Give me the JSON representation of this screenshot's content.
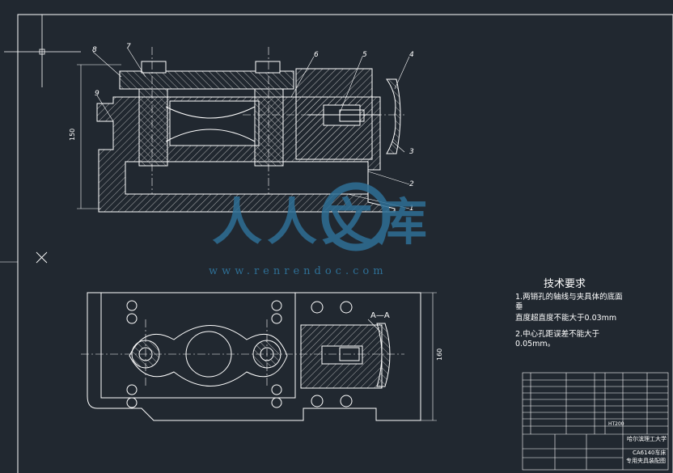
{
  "colors": {
    "background": "#212830",
    "line": "#ffffff",
    "hatch": "#d9d9d9",
    "watermark": "#2e6f95"
  },
  "part_numbers": [
    "1",
    "2",
    "3",
    "4",
    "5",
    "6",
    "7",
    "8",
    "9"
  ],
  "dimensions": {
    "front_height": "150",
    "top_width": "160"
  },
  "section_label": "A—A",
  "tech_requirements": {
    "title": "技术要求",
    "items": [
      "1.两销孔的轴线与夹具体的底面",
      "垂",
      "直度超直度不能大于0.03mm",
      "2.中心孔距误差不能大于",
      "0.05mm。"
    ]
  },
  "watermark": {
    "brand": "人人文库",
    "url": "www.renrendoc.com"
  },
  "title_block": {
    "drawing_name_line1": "CA6140车床",
    "drawing_name_line2": "专用夹具装配图",
    "school": "哈尔滨理工大学",
    "bom_material": "HT200"
  },
  "icons": [
    "crosshair-cursor-icon",
    "x-mark-icon"
  ]
}
